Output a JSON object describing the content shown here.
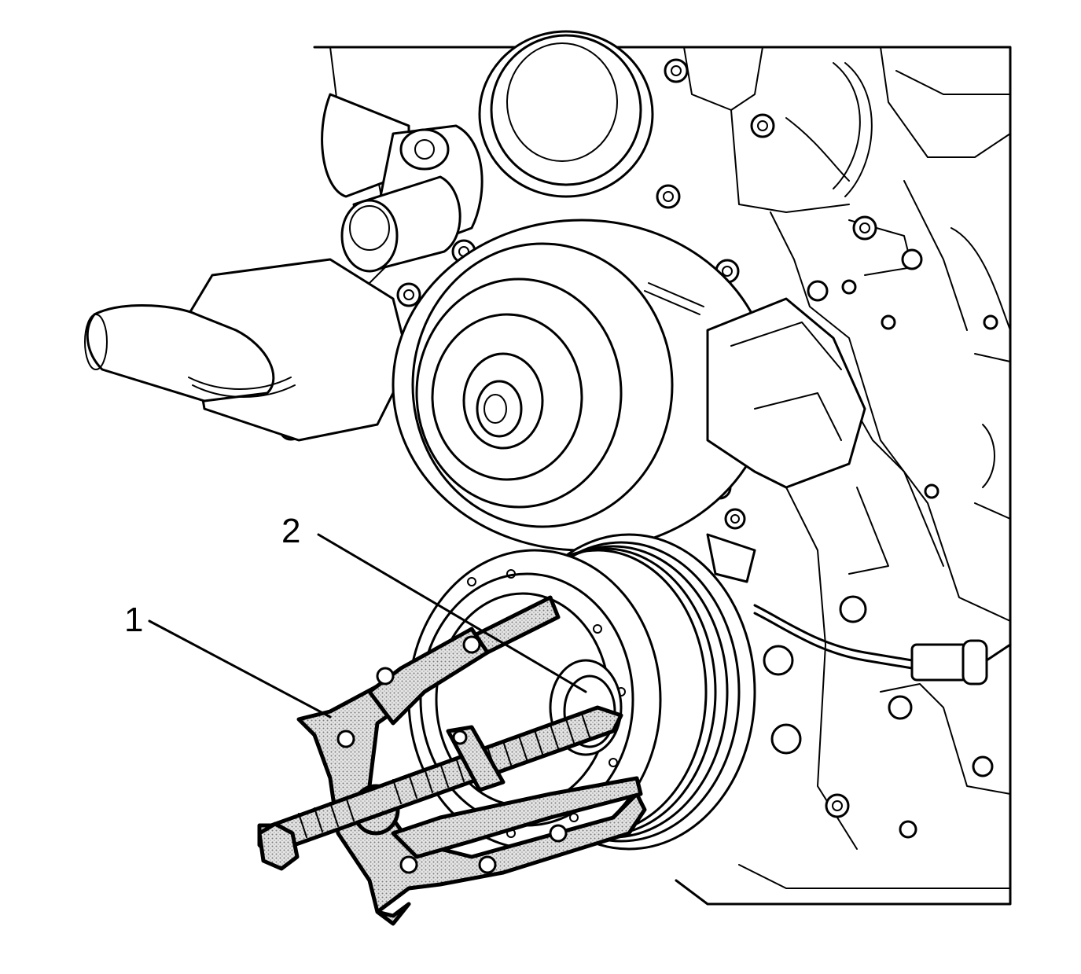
{
  "callouts": [
    {
      "number": "1",
      "part": "puller-tool"
    },
    {
      "number": "2",
      "part": "crankshaft-balancer-hub"
    }
  ],
  "colors": {
    "line": "#000000",
    "background": "#ffffff",
    "tool_shading": "#c8c8c8"
  }
}
